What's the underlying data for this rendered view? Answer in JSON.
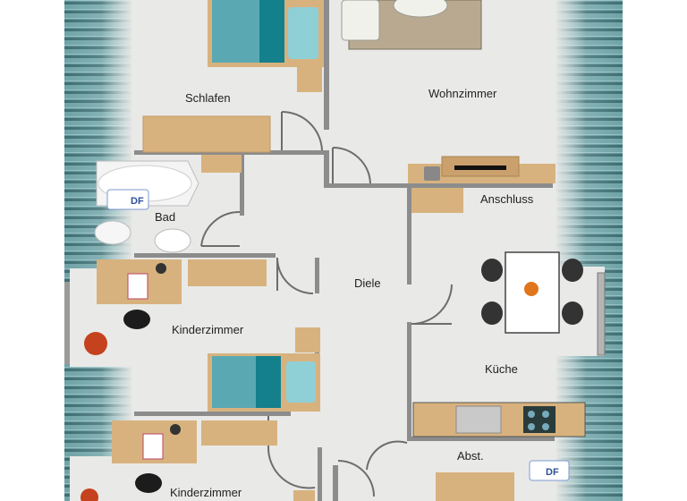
{
  "rooms": {
    "schlafen": "Schlafen",
    "wohnzimmer": "Wohnzimmer",
    "anschluss": "Anschluss",
    "bad": "Bad",
    "diele": "Diele",
    "kinderzimmer_1": "Kinderzimmer",
    "kuche": "Küche",
    "kinderzimmer_2": "Kinderzimmer",
    "abst": "Abst."
  },
  "roof_window_badges": [
    "DF",
    "DF"
  ],
  "colors": {
    "floor": "#e9e9e7",
    "wall": "#8c8c8c",
    "furniture_wood": "#d8b27e",
    "bed_teal": "#5aa9b2",
    "bed_teal_dark": "#14808c",
    "roof_slope": "#3f6f74"
  }
}
